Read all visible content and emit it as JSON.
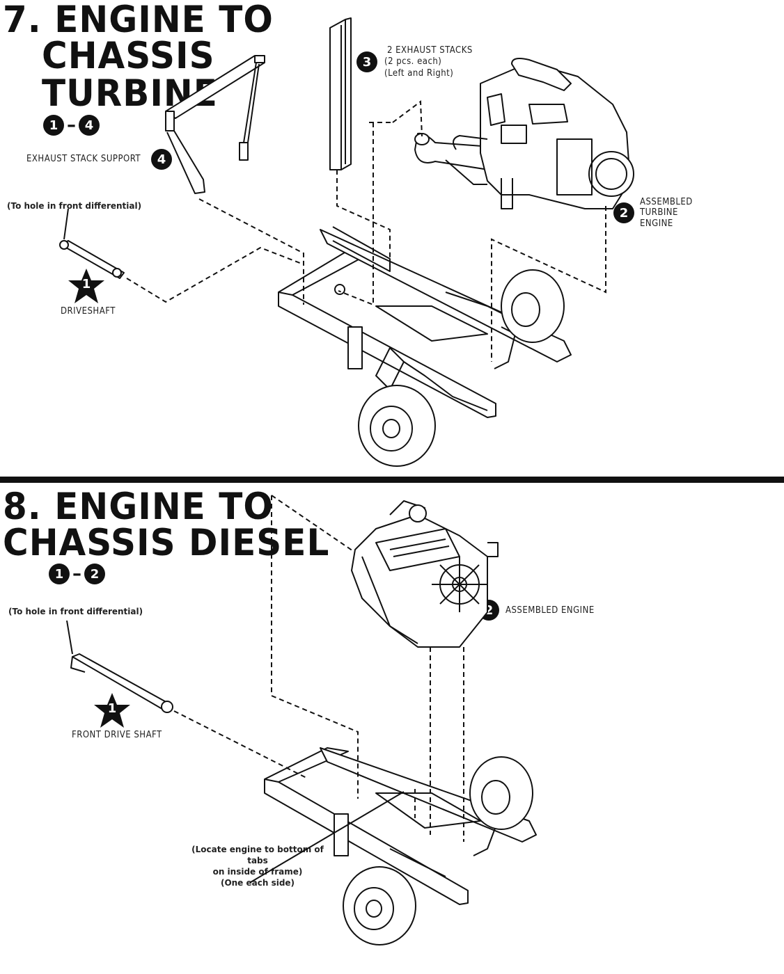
{
  "step7": {
    "title_line1": "7. ENGINE TO",
    "title_line2": "CHASSIS",
    "title_line3": "TURBINE",
    "range_start": "1",
    "range_end": "4",
    "parts": {
      "exhaust_stack_support": {
        "num": "4",
        "label": "EXHAUST STACK SUPPORT"
      },
      "exhaust_stacks": {
        "num": "3",
        "label1": "2 EXHAUST STACKS",
        "label2": "(2 pcs. each)",
        "label3": "(Left and Right)"
      },
      "turbine_engine": {
        "num": "2",
        "label1": "ASSEMBLED",
        "label2": "TURBINE",
        "label3": "ENGINE"
      },
      "driveshaft": {
        "num": "1",
        "label": "DRIVESHAFT",
        "note": "(To hole in front differential)"
      }
    }
  },
  "step8": {
    "title_line1": "8. ENGINE TO",
    "title_line2": "CHASSIS DIESEL",
    "range_start": "1",
    "range_end": "2",
    "parts": {
      "engine": {
        "num": "2",
        "label": "ASSEMBLED ENGINE"
      },
      "front_drive_shaft": {
        "num": "1",
        "label": "FRONT DRIVE SHAFT",
        "note": "(To hole in front differential)"
      },
      "locate_note": {
        "line1": "(Locate engine to bottom of tabs",
        "line2": "on inside of frame)",
        "line3": "(One each side)"
      }
    }
  },
  "icons": [
    "star-badge-icon",
    "circle-badge-icon"
  ]
}
